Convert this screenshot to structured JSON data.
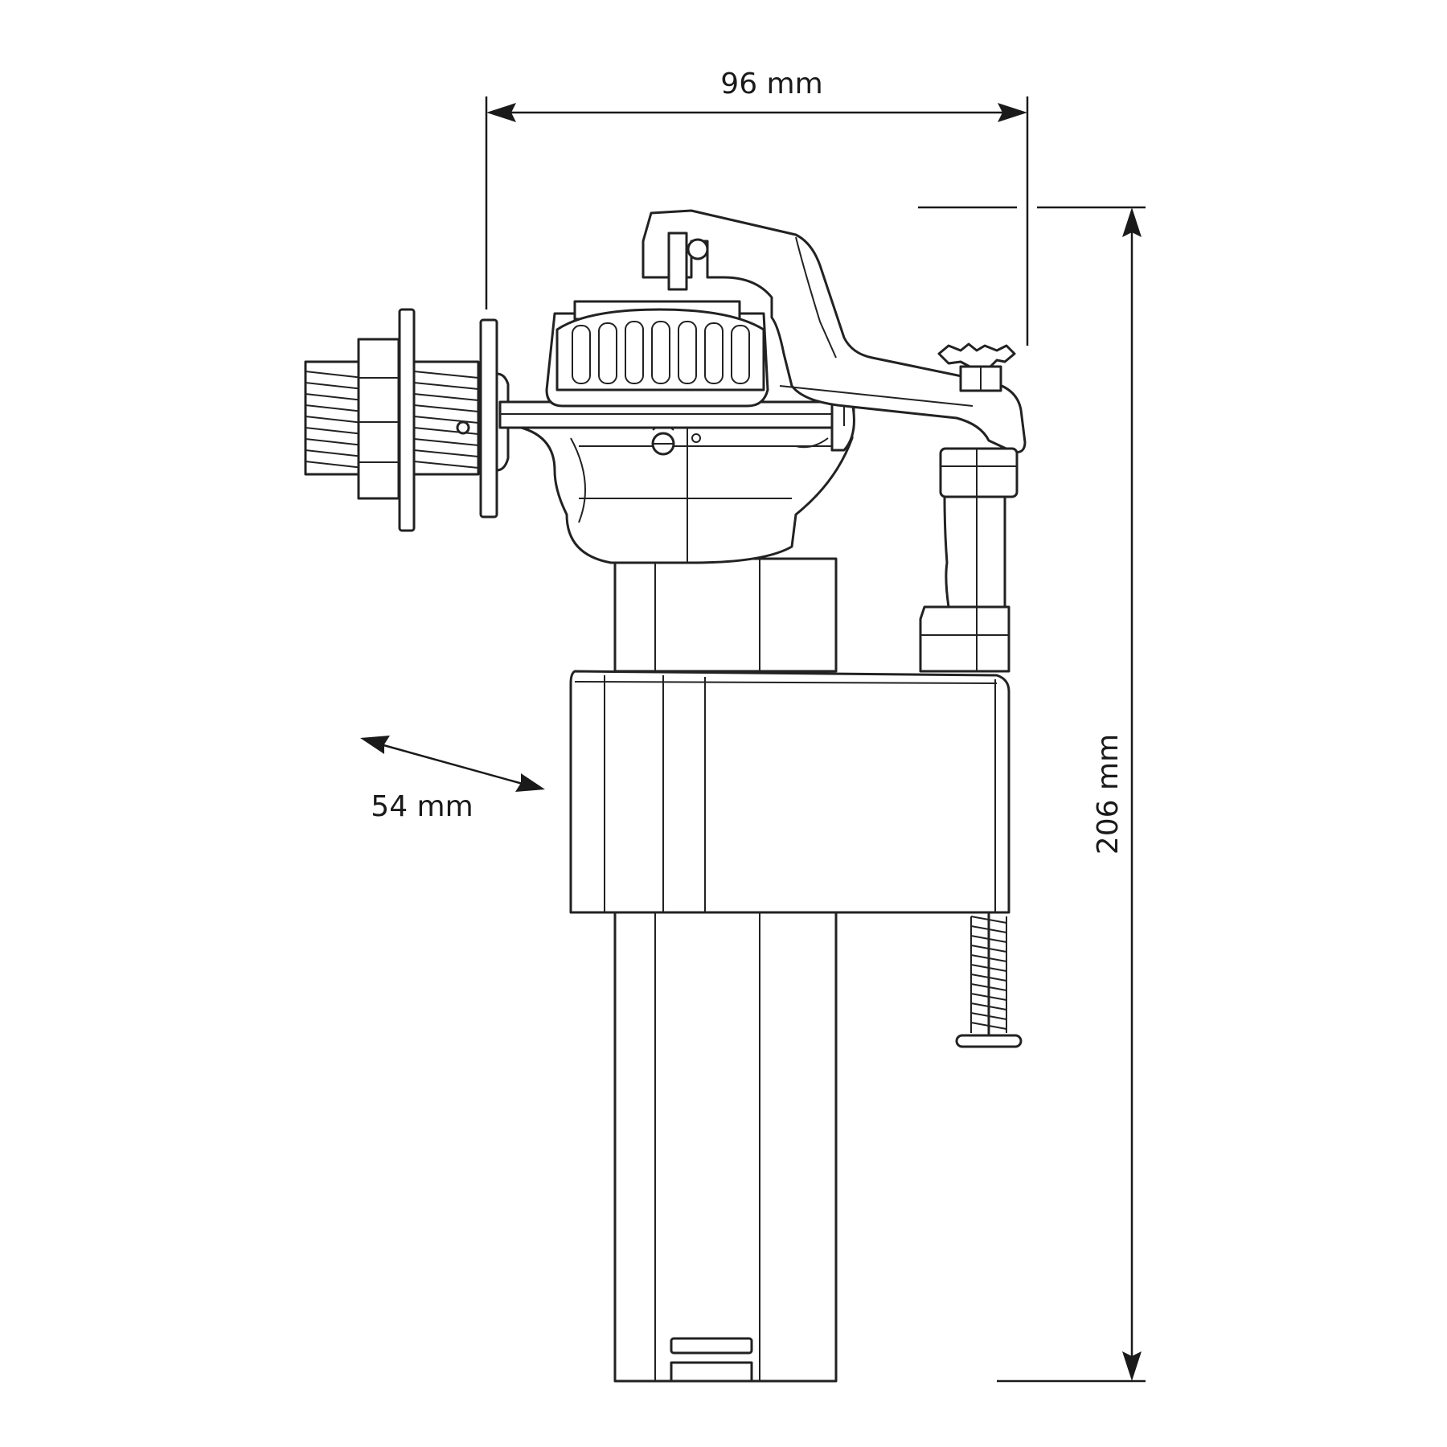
{
  "dimensions": {
    "width_label": "96 mm",
    "depth_label": "54 mm",
    "height_label": "206 mm"
  },
  "colors": {
    "line": "#222222",
    "background": "#ffffff"
  }
}
